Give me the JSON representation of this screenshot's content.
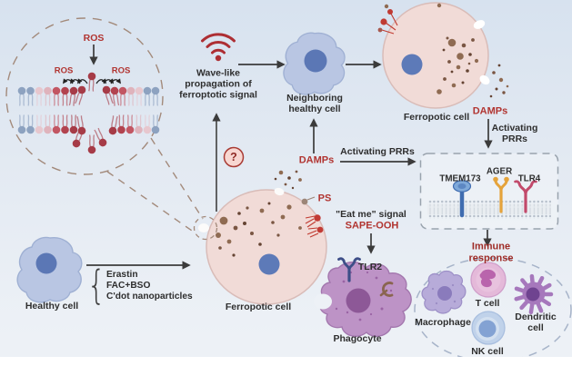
{
  "labels": {
    "ros_top": "ROS",
    "ros_left": "ROS",
    "ros_right": "ROS",
    "wave": "Wave-like\npropagation of\nferroptotic signal",
    "neighboring": "Neighboring\nhealthy cell",
    "ferroptotic_top": "Ferropotic cell",
    "damps_top": "DAMPs",
    "activating_top": "Activating\nPRRs",
    "damps_mid": "DAMPs",
    "activating_mid": "Activating PRRs",
    "question": "?",
    "ps": "PS",
    "eat_me": "\"Eat me\" signal",
    "sape": "SAPE-OOH",
    "tlr2": "TLR2",
    "phagocyte": "Phagocyte",
    "healthy": "Healthy cell",
    "brace": "{",
    "inducers": [
      "Erastin",
      "FAC+BSO",
      "C'dot nanoparticles"
    ],
    "ferroptotic_center": "Ferropotic cell",
    "tmem173": "TMEM173",
    "ager": "AGER",
    "tlr4": "TLR4",
    "immune_response": "Immune response",
    "macrophage": "Macrophage",
    "t_cell": "T cell",
    "dendritic": "Dendritic cell",
    "nk_cell": "NK cell"
  },
  "colors": {
    "label_red": "#b13430",
    "immune_maroon": "#9e2b26",
    "arrow_dark": "#3b3b3b",
    "wave_icon_red": "#ad2e33",
    "healthy_cell_fill": "#b9c6e3",
    "nucleus_blue": "#5b77b5",
    "ferroptotic_fill": "#f1dbd7",
    "damp_dot_brown": "#8f6b52",
    "phagocyte_fill": "#bd93c6",
    "tmem173_blue": "#3f6cb0",
    "ager_orange": "#e5a33b",
    "tlr4_crimson": "#c24a6b",
    "tlr2_navy": "#3d4e87",
    "macrophage_fill": "#b7abd9",
    "tcell_fill": "#e4b9d9",
    "dendritic_fill": "#a678bc",
    "nkcell_fill": "#c0d2ea"
  }
}
